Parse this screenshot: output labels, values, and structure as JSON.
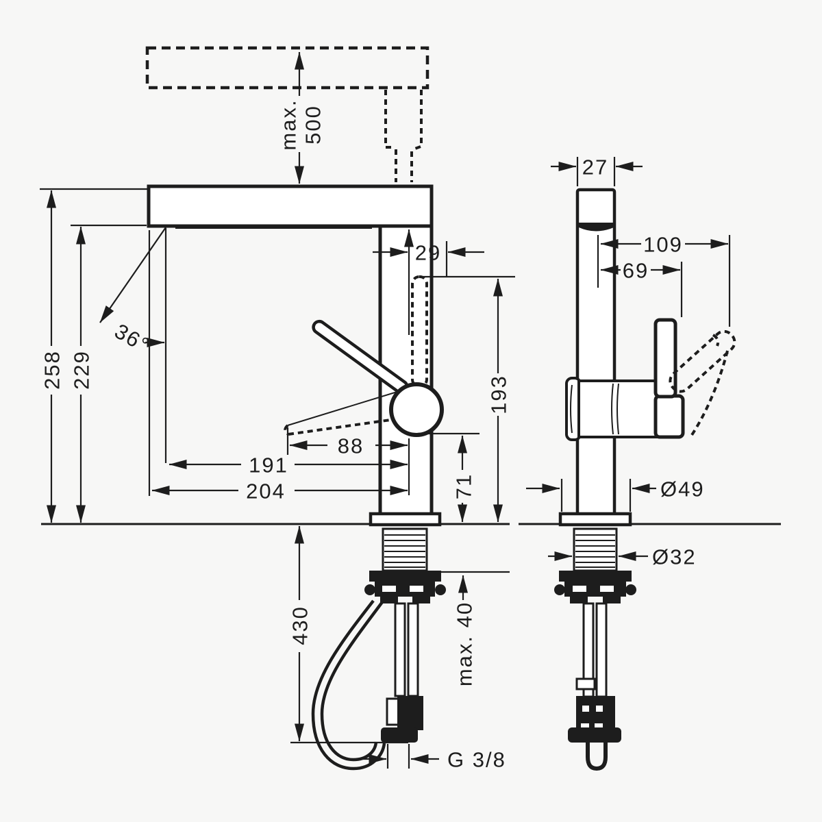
{
  "drawing": {
    "type": "faucet installation dimension drawing",
    "background": "#f7f7f6",
    "line_color": "#1d1d1d"
  },
  "dims": {
    "spout_raise_max_label": "max.",
    "spout_raise_max_value": "500",
    "total_height": "258",
    "spout_height": "229",
    "swivel_angle": "36°",
    "handle_offset": "29",
    "handle_height": "193",
    "reach_88": "88",
    "reach_191": "191",
    "reach_204": "204",
    "body_height_71": "71",
    "hose_length": "430",
    "counter_thickness_max": "max. 40",
    "connection_thread": "G 3/8",
    "body_depth": "27",
    "depth_109": "109",
    "depth_69": "69",
    "base_diameter": "Ø49",
    "shank_diameter": "Ø32"
  }
}
